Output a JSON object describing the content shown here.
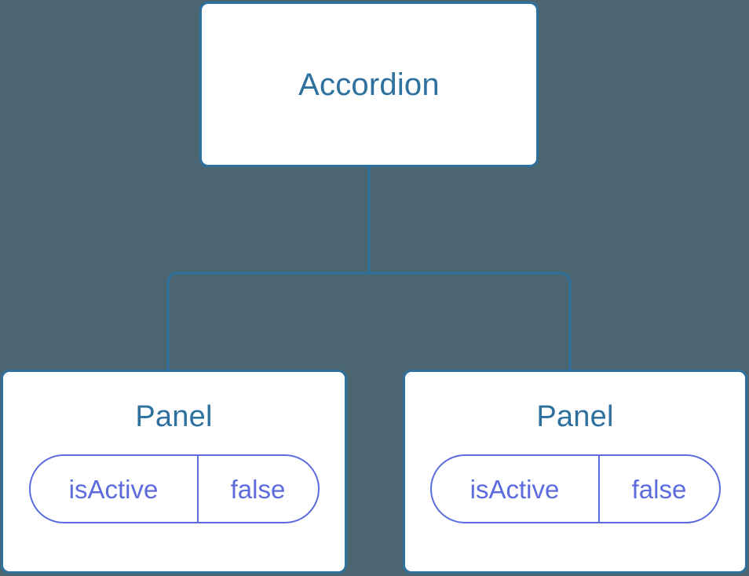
{
  "diagram": {
    "type": "component-tree",
    "background_color": "#4b6670",
    "node_border_color": "#2e719f",
    "node_title_color": "#2e719f",
    "pill_color": "#5c6bdd",
    "connector_color": "#2e719f",
    "root": {
      "label": "Accordion"
    },
    "children": [
      {
        "label": "Panel",
        "state": {
          "key": "isActive",
          "value": "false"
        }
      },
      {
        "label": "Panel",
        "state": {
          "key": "isActive",
          "value": "false"
        }
      }
    ]
  }
}
